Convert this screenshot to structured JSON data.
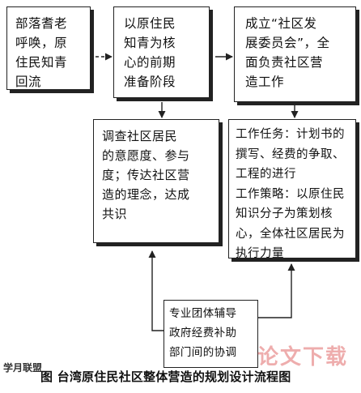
{
  "boxes": {
    "box1": "部落耆老\n呼唤，原\n住民知青\n回流",
    "box2": "以原住民\n知青为核\n心的前期\n准备阶段",
    "box3": "成立“社区发\n展委员会”，全\n面负责社区营\n造工作",
    "box4": "调查社区居民\n的意愿度、参与\n度；传达社区营\n造的理念，达成\n共识",
    "box5": "工作任务：计划书的\n撰写、经费的争取、\n工程的进行\n工作策略：以原住民\n知识分子为策划核\n心，全体社区居民为\n执行力量",
    "box6": "专业团体辅导\n政府经费补助\n部门间的协调"
  },
  "caption": "图    台湾原住民社区整体营造的规划设计流程图",
  "watermark": {
    "left": "学月联盟",
    "right": "论文下载"
  }
}
